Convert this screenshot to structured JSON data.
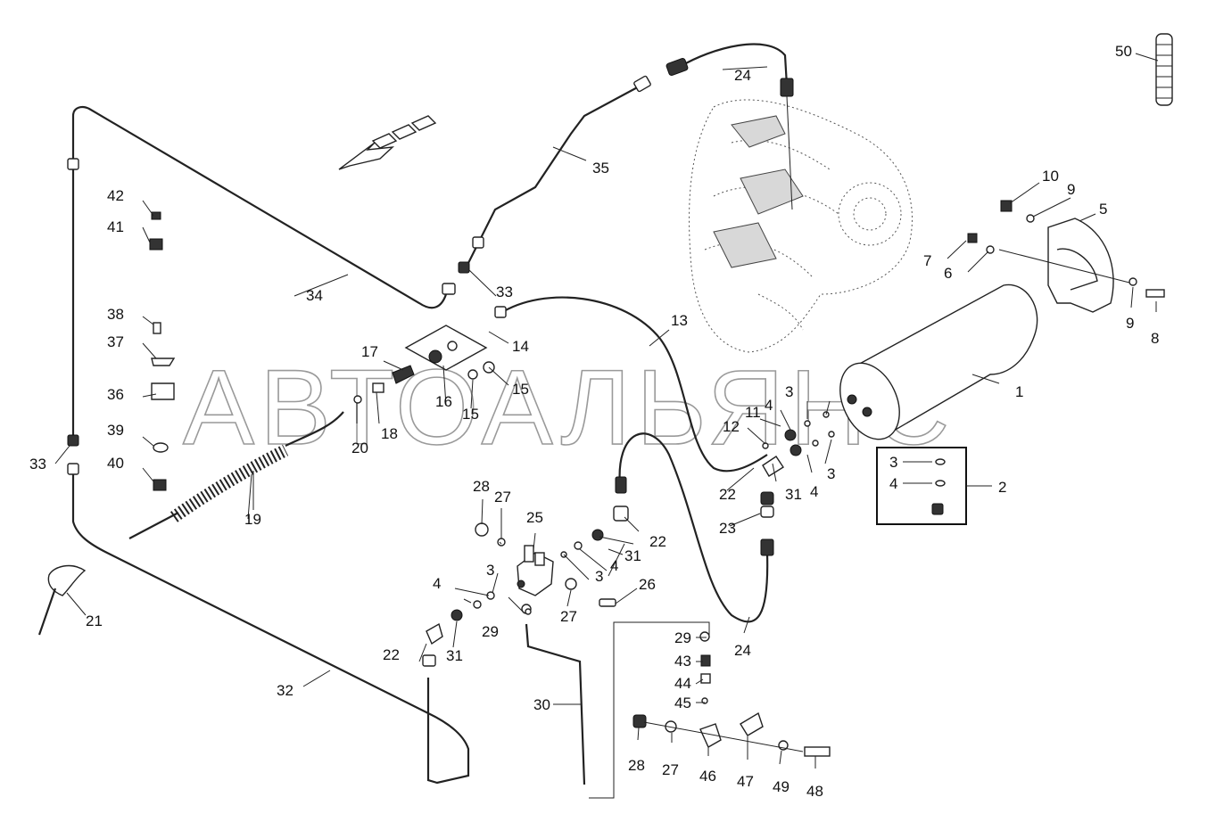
{
  "watermark": "АВТОАЛЬЯНС",
  "callouts": [
    {
      "id": "c1",
      "text": "1"
    },
    {
      "id": "c2",
      "text": "2"
    },
    {
      "id": "c3a",
      "text": "3"
    },
    {
      "id": "c3b",
      "text": "3"
    },
    {
      "id": "c3c",
      "text": "3"
    },
    {
      "id": "c3d",
      "text": "3"
    },
    {
      "id": "c3e",
      "text": "3"
    },
    {
      "id": "c4a",
      "text": "4"
    },
    {
      "id": "c4b",
      "text": "4"
    },
    {
      "id": "c4c",
      "text": "4"
    },
    {
      "id": "c4d",
      "text": "4"
    },
    {
      "id": "c4e",
      "text": "4"
    },
    {
      "id": "c5",
      "text": "5"
    },
    {
      "id": "c6",
      "text": "6"
    },
    {
      "id": "c7",
      "text": "7"
    },
    {
      "id": "c8",
      "text": "8"
    },
    {
      "id": "c9a",
      "text": "9"
    },
    {
      "id": "c9b",
      "text": "9"
    },
    {
      "id": "c10",
      "text": "10"
    },
    {
      "id": "c11",
      "text": "11"
    },
    {
      "id": "c12",
      "text": "12"
    },
    {
      "id": "c13",
      "text": "13"
    },
    {
      "id": "c14",
      "text": "14"
    },
    {
      "id": "c15a",
      "text": "15"
    },
    {
      "id": "c15b",
      "text": "15"
    },
    {
      "id": "c16",
      "text": "16"
    },
    {
      "id": "c17",
      "text": "17"
    },
    {
      "id": "c18",
      "text": "18"
    },
    {
      "id": "c19",
      "text": "19"
    },
    {
      "id": "c20",
      "text": "20"
    },
    {
      "id": "c21",
      "text": "21"
    },
    {
      "id": "c22a",
      "text": "22"
    },
    {
      "id": "c22b",
      "text": "22"
    },
    {
      "id": "c22c",
      "text": "22"
    },
    {
      "id": "c23",
      "text": "23"
    },
    {
      "id": "c24a",
      "text": "24"
    },
    {
      "id": "c24b",
      "text": "24"
    },
    {
      "id": "c25",
      "text": "25"
    },
    {
      "id": "c26",
      "text": "26"
    },
    {
      "id": "c27a",
      "text": "27"
    },
    {
      "id": "c27b",
      "text": "27"
    },
    {
      "id": "c27c",
      "text": "27"
    },
    {
      "id": "c28a",
      "text": "28"
    },
    {
      "id": "c28b",
      "text": "28"
    },
    {
      "id": "c29a",
      "text": "29"
    },
    {
      "id": "c29b",
      "text": "29"
    },
    {
      "id": "c30",
      "text": "30"
    },
    {
      "id": "c31a",
      "text": "31"
    },
    {
      "id": "c31b",
      "text": "31"
    },
    {
      "id": "c31c",
      "text": "31"
    },
    {
      "id": "c32",
      "text": "32"
    },
    {
      "id": "c33a",
      "text": "33"
    },
    {
      "id": "c33b",
      "text": "33"
    },
    {
      "id": "c34",
      "text": "34"
    },
    {
      "id": "c35",
      "text": "35"
    },
    {
      "id": "c36",
      "text": "36"
    },
    {
      "id": "c37",
      "text": "37"
    },
    {
      "id": "c38",
      "text": "38"
    },
    {
      "id": "c39",
      "text": "39"
    },
    {
      "id": "c40",
      "text": "40"
    },
    {
      "id": "c41",
      "text": "41"
    },
    {
      "id": "c42",
      "text": "42"
    },
    {
      "id": "c43",
      "text": "43"
    },
    {
      "id": "c44",
      "text": "44"
    },
    {
      "id": "c45",
      "text": "45"
    },
    {
      "id": "c46",
      "text": "46"
    },
    {
      "id": "c47",
      "text": "47"
    },
    {
      "id": "c48",
      "text": "48"
    },
    {
      "id": "c49",
      "text": "49"
    },
    {
      "id": "c50",
      "text": "50"
    }
  ],
  "kit_box": {
    "items": [
      "3",
      "4"
    ]
  }
}
